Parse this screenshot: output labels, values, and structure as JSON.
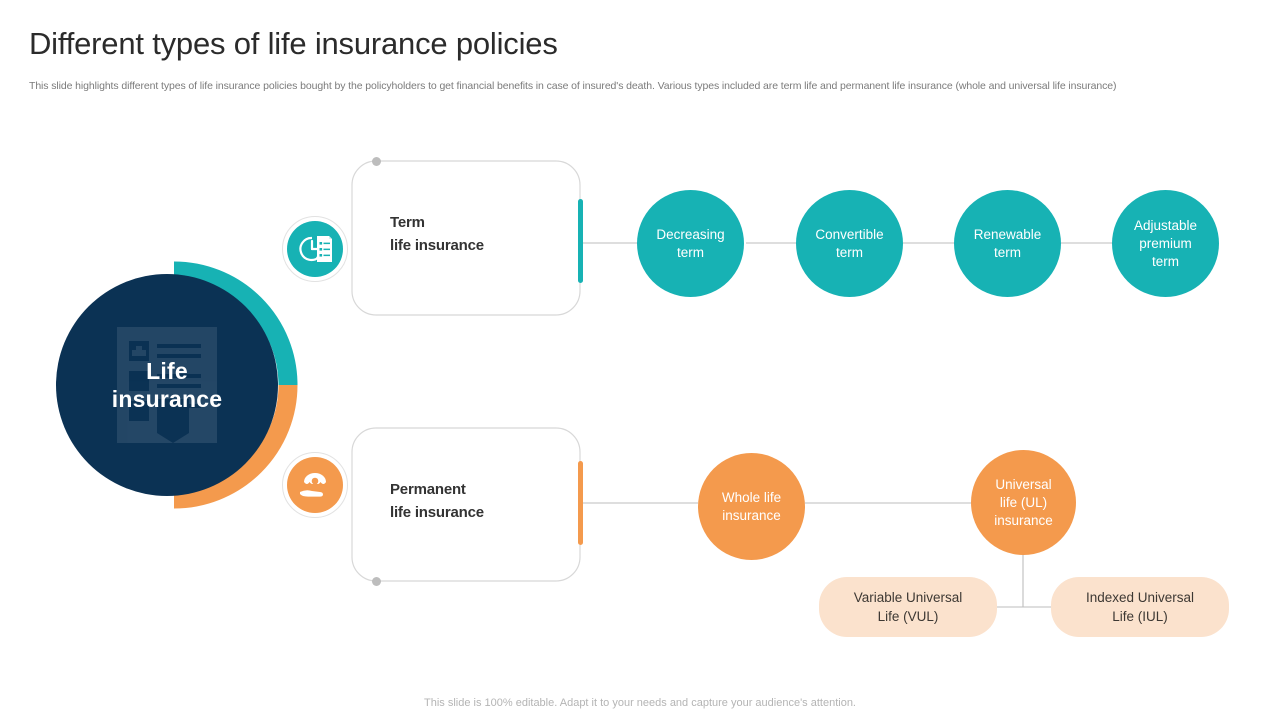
{
  "slide": {
    "title": "Different types of life insurance policies",
    "subtitle": "This slide highlights different types of life insurance policies bought by the policyholders to get financial benefits in case of insured's death. Various types included are term life and permanent life insurance (whole and universal life insurance)",
    "footer": "This slide is 100% editable. Adapt it to your needs and capture your audience's attention."
  },
  "colors": {
    "teal": "#17b2b4",
    "teal_dark": "#12a3a6",
    "orange": "#f49a4d",
    "peach": "#fbe2cd",
    "navy": "#0b3254",
    "line": "#bdbdbd",
    "card_border": "#e2e2e2",
    "title_text": "#2b2b2b",
    "body_text": "#7b7b7b"
  },
  "hub": {
    "label_line1": "Life",
    "label_line2": "insurance",
    "glyph_icon": "policy-document-icon",
    "ring_top_color": "#17b2b4",
    "ring_bottom_color": "#f49a4d"
  },
  "branches": [
    {
      "key": "term",
      "icon": "clock-checklist-icon",
      "accent_color": "#17b2b4",
      "title_line1": "Term",
      "title_line2": "life insurance",
      "nodes": [
        {
          "line1": "Decreasing",
          "line2": "term",
          "line3": ""
        },
        {
          "line1": "Convertible",
          "line2": "term",
          "line3": ""
        },
        {
          "line1": "Renewable",
          "line2": "term",
          "line3": ""
        },
        {
          "line1": "Adjustable",
          "line2": "premium",
          "line3": "term"
        }
      ]
    },
    {
      "key": "permanent",
      "icon": "hand-family-care-icon",
      "accent_color": "#f49a4d",
      "title_line1": "Permanent",
      "title_line2": "life insurance",
      "nodes": [
        {
          "line1": "Whole life",
          "line2": "insurance",
          "line3": ""
        },
        {
          "line1": "Universal",
          "line2": "life (UL)",
          "line3": "insurance"
        }
      ],
      "sub_nodes": [
        {
          "line1": "Variable Universal",
          "line2": "Life (VUL)"
        },
        {
          "line1": "Indexed  Universal",
          "line2": "Life (IUL)"
        }
      ]
    }
  ]
}
